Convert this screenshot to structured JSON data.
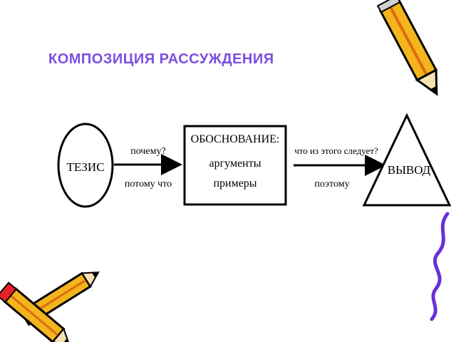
{
  "title": "КОМПОЗИЦИЯ РАССУЖДЕНИЯ",
  "diagram": {
    "thesis": "ТЕЗИС",
    "arrow1_top": "почему?",
    "arrow1_bottom": "потому что",
    "justification": {
      "heading": "ОБОСНОВАНИЕ:",
      "line1": "аргументы",
      "line2": "примеры"
    },
    "arrow2_top": "что из этого следует?",
    "arrow2_bottom": "поэтому",
    "conclusion": "ВЫВОД"
  },
  "colors": {
    "title": "#7b4fe0",
    "pencil_body": "#f2b51c",
    "pencil_stripe": "#e06a0f",
    "eraser": "#e8202a",
    "ferrule": "#2a9b3a",
    "curl": "#6a2fd6"
  },
  "icons": [
    "pencil-top-right-icon",
    "pencils-bottom-left-icon",
    "purple-squiggle-icon"
  ]
}
